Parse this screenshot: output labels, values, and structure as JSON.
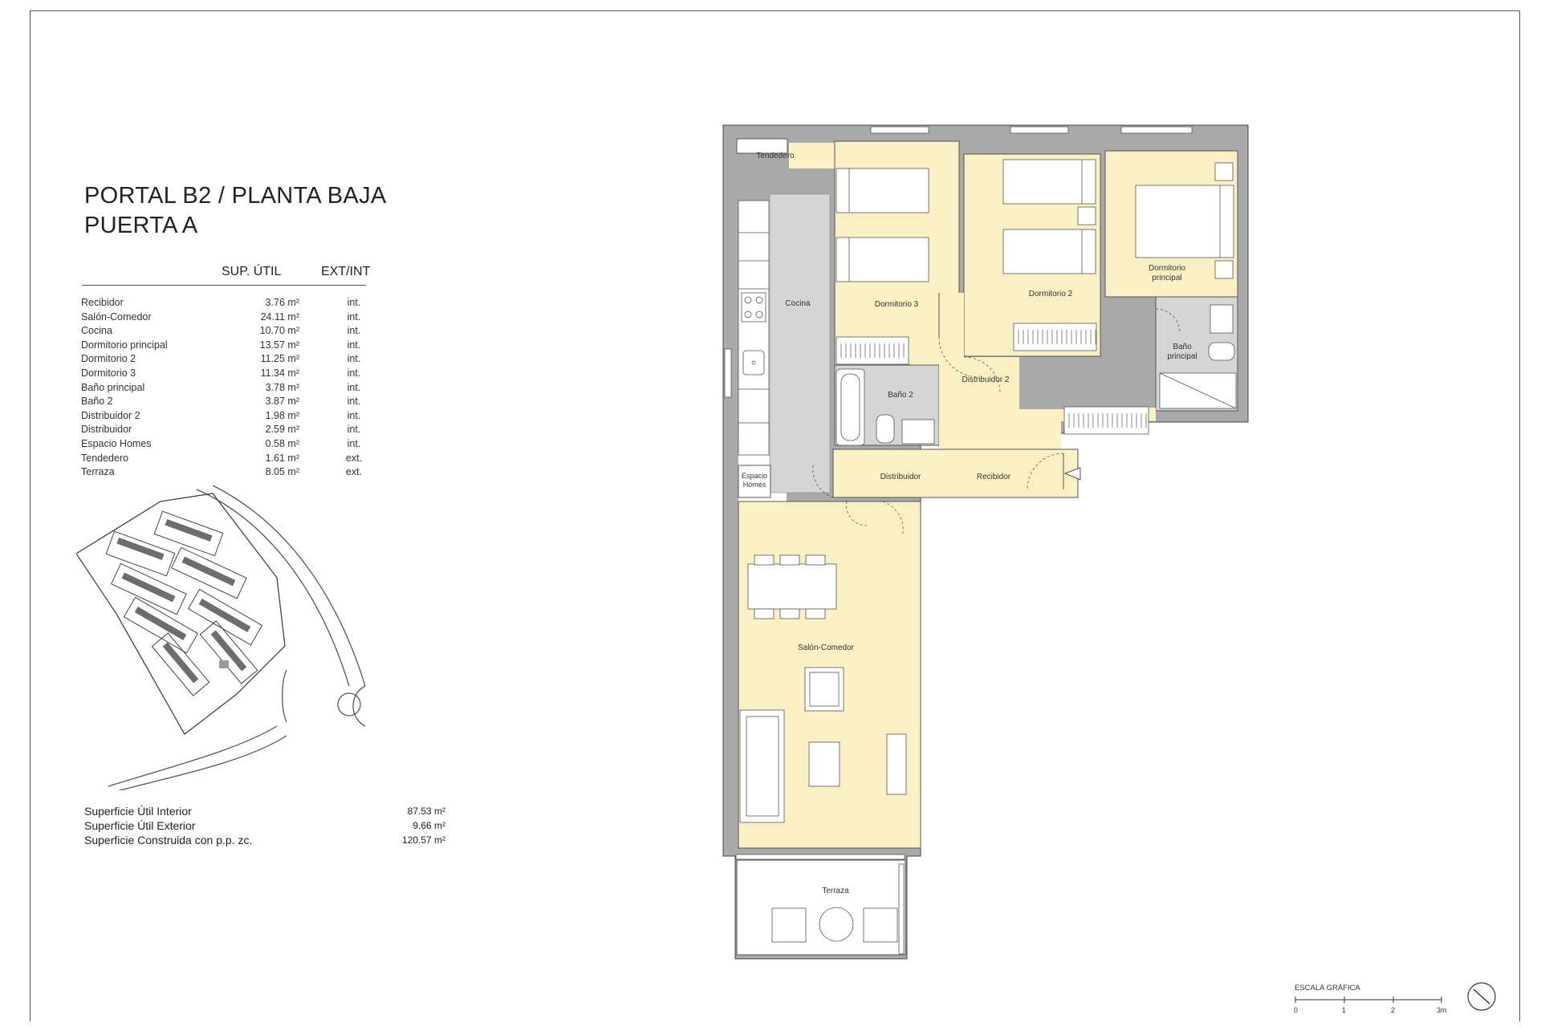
{
  "title": {
    "line1": "PORTAL B2 / PLANTA BAJA",
    "line2": "PUERTA A"
  },
  "table": {
    "col_area": "SUP. ÚTIL",
    "col_type": "EXT/INT",
    "rows": [
      {
        "name": "Recibidor",
        "area": "3.76 m²",
        "type": "int."
      },
      {
        "name": "Salón-Comedor",
        "area": "24.11 m²",
        "type": "int."
      },
      {
        "name": "Cocina",
        "area": "10.70 m²",
        "type": "int."
      },
      {
        "name": "Dormitorio principal",
        "area": "13.57 m²",
        "type": "int."
      },
      {
        "name": "Dormitorio 2",
        "area": "11.25 m²",
        "type": "int."
      },
      {
        "name": "Dormitorio 3",
        "area": "11.34 m²",
        "type": "int."
      },
      {
        "name": "Baño principal",
        "area": "3.78 m²",
        "type": "int."
      },
      {
        "name": "Baño 2",
        "area": "3.87 m²",
        "type": "int."
      },
      {
        "name": "Distribuidor 2",
        "area": "1.98 m²",
        "type": "int."
      },
      {
        "name": "Distribuidor",
        "area": "2.59 m²",
        "type": "int."
      },
      {
        "name": "Espacio Homes",
        "area": "0.58 m²",
        "type": "int."
      },
      {
        "name": "Tendedero",
        "area": "1.61 m²",
        "type": "ext."
      },
      {
        "name": "Terraza",
        "area": "8.05 m²",
        "type": "ext."
      }
    ]
  },
  "totals": [
    {
      "label": "Superficie Útil Interior",
      "value": "87.53 m²"
    },
    {
      "label": "Superficie Útil Exterior",
      "value": "9.66 m²"
    },
    {
      "label": "Superficie Construida con p.p. zc.",
      "value": "120.57 m²"
    }
  ],
  "plan_labels": {
    "tendedero": "Tendedero",
    "cocina": "Cocina",
    "dormitorio3": "Dormitorio 3",
    "dormitorio2": "Dormitorio 2",
    "dormitorio_principal_1": "Dormitorio",
    "dormitorio_principal_2": "principal",
    "bano2": "Baño 2",
    "bano_principal_1": "Baño",
    "bano_principal_2": "principal",
    "distribuidor2": "Distribuidor 2",
    "distribuidor": "Distribuidor",
    "recibidor": "Recibidor",
    "espacio_1": "Espacio",
    "espacio_2": "Homes",
    "salon": "Salón-Comedor",
    "terraza": "Terraza"
  },
  "scale": {
    "label": "ESCALA GRÁFICA",
    "ticks": [
      "0",
      "1",
      "2",
      "3m"
    ]
  },
  "colors": {
    "room_fill": "#fbf0c4",
    "wall": "#a7a7a7",
    "tile": "#d4d4d4",
    "line": "#333333"
  }
}
